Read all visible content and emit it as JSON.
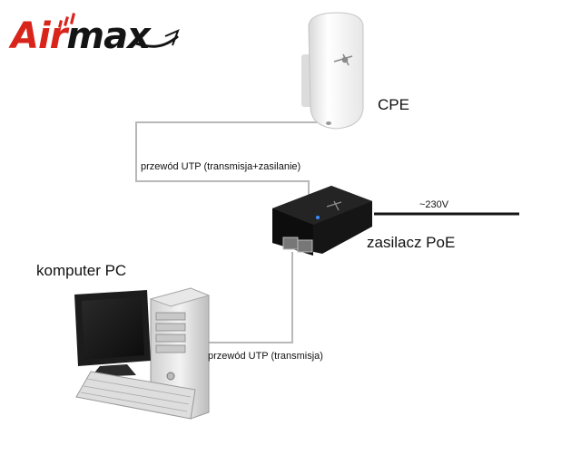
{
  "logo": {
    "part1": "Air",
    "part2": "max",
    "accent_color": "#d9241c",
    "dark_color": "#141414"
  },
  "labels": {
    "cpe": "CPE",
    "cable_top": "przewód UTP (transmisja+zasilanie)",
    "voltage": "~230V",
    "poe": "zasilacz PoE",
    "pc": "komputer PC",
    "cable_bottom": "przewód UTP (transmisja)"
  },
  "colors": {
    "cable": "#b8b8b8",
    "power_line": "#151515"
  }
}
